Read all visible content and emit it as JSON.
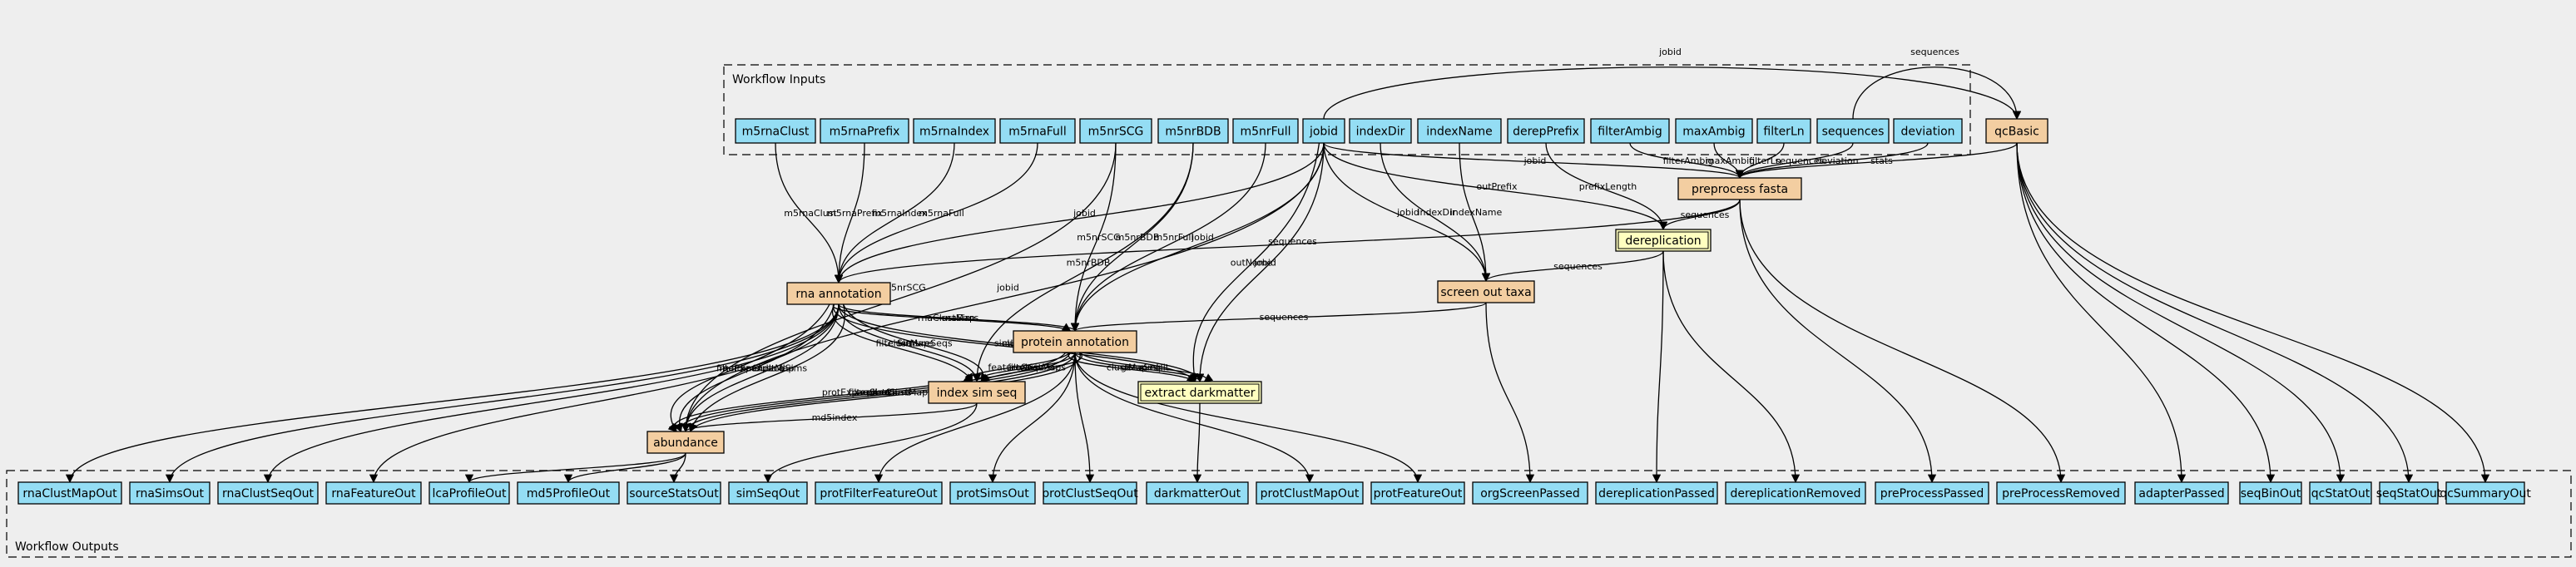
{
  "clusters": {
    "inputs_label": "Workflow Inputs",
    "outputs_label": "Workflow Outputs"
  },
  "colors": {
    "background": "#eeeeee",
    "input": "#94ddf4",
    "output": "#94ddf4",
    "step": "#f3cea1",
    "subworkflow": "#ffffc0",
    "edge": "#000000"
  },
  "inputs": [
    "m5rnaClust",
    "m5rnaPrefix",
    "m5rnaIndex",
    "m5rnaFull",
    "m5nrSCG",
    "m5nrBDB",
    "m5nrFull",
    "jobid",
    "indexDir",
    "indexName",
    "derepPrefix",
    "filterAmbig",
    "maxAmbig",
    "filterLn",
    "sequences",
    "deviation"
  ],
  "steps": [
    "qcBasic",
    "preprocess fasta",
    "dereplication",
    "rna annotation",
    "screen out taxa",
    "protein annotation",
    "index sim seq",
    "extract darkmatter",
    "abundance"
  ],
  "outputs": [
    "rnaClustMapOut",
    "rnaSimsOut",
    "rnaClustSeqOut",
    "rnaFeatureOut",
    "lcaProfileOut",
    "md5ProfileOut",
    "sourceStatsOut",
    "simSeqOut",
    "protFilterFeatureOut",
    "protSimsOut",
    "protClustSeqOut",
    "darkmatterOut",
    "protClustMapOut",
    "protFeatureOut",
    "orgScreenPassed",
    "dereplicationPassed",
    "dereplicationRemoved",
    "preProcessPassed",
    "preProcessRemoved",
    "adapterPassed",
    "seqBinOut",
    "qcStatOut",
    "seqStatOut",
    "qcSummaryOut"
  ],
  "edges": [
    {
      "from": "jobid",
      "to": "qcBasic",
      "label": "jobid"
    },
    {
      "from": "sequences",
      "to": "qcBasic",
      "label": "sequences"
    },
    {
      "from": "jobid",
      "to": "preprocess fasta",
      "label": "jobid"
    },
    {
      "from": "filterAmbig",
      "to": "preprocess fasta",
      "label": "filterAmbig"
    },
    {
      "from": "maxAmbig",
      "to": "preprocess fasta",
      "label": "maxAmbig"
    },
    {
      "from": "filterLn",
      "to": "preprocess fasta",
      "label": "filterLn"
    },
    {
      "from": "sequences",
      "to": "preprocess fasta",
      "label": "sequences"
    },
    {
      "from": "deviation",
      "to": "preprocess fasta",
      "label": "deviation"
    },
    {
      "from": "qcBasic",
      "to": "preprocess fasta",
      "label": "stats"
    },
    {
      "from": "jobid",
      "to": "dereplication",
      "label": "outPrefix"
    },
    {
      "from": "derepPrefix",
      "to": "dereplication",
      "label": "prefixLength"
    },
    {
      "from": "preprocess fasta",
      "to": "dereplication",
      "label": "sequences"
    },
    {
      "from": "m5rnaClust",
      "to": "rna annotation",
      "label": "m5rnaClust"
    },
    {
      "from": "m5rnaPrefix",
      "to": "rna annotation",
      "label": "m5rnaPrefix"
    },
    {
      "from": "m5rnaIndex",
      "to": "rna annotation",
      "label": "m5rnaIndex"
    },
    {
      "from": "m5rnaFull",
      "to": "rna annotation",
      "label": "m5rnaFull"
    },
    {
      "from": "jobid",
      "to": "rna annotation",
      "label": "jobid"
    },
    {
      "from": "preprocess fasta",
      "to": "rna annotation",
      "label": "sequences"
    },
    {
      "from": "jobid",
      "to": "screen out taxa",
      "label": "jobid"
    },
    {
      "from": "indexDir",
      "to": "screen out taxa",
      "label": "indexDir"
    },
    {
      "from": "indexName",
      "to": "screen out taxa",
      "label": "indexName"
    },
    {
      "from": "dereplication",
      "to": "screen out taxa",
      "label": "sequences"
    },
    {
      "from": "m5nrSCG",
      "to": "protein annotation",
      "label": "m5nrSCG"
    },
    {
      "from": "m5nrBDB",
      "to": "protein annotation",
      "label": "m5nrBDB"
    },
    {
      "from": "m5nrFull",
      "to": "protein annotation",
      "label": "m5nrFull"
    },
    {
      "from": "jobid",
      "to": "protein annotation",
      "label": "jobid"
    },
    {
      "from": "rna annotation",
      "to": "protein annotation",
      "label": "rnaSims"
    },
    {
      "from": "rna annotation",
      "to": "protein annotation",
      "label": "rnaClustMap"
    },
    {
      "from": "screen out taxa",
      "to": "protein annotation",
      "label": "sequences"
    },
    {
      "from": "m5nrBDB",
      "to": "index sim seq",
      "label": "m5nrBDB"
    },
    {
      "from": "rna annotation",
      "to": "index sim seq",
      "label": "clustMaps"
    },
    {
      "from": "rna annotation",
      "to": "index sim seq",
      "label": "filterSims"
    },
    {
      "from": "rna annotation",
      "to": "index sim seq",
      "label": "featureSeqs"
    },
    {
      "from": "protein annotation",
      "to": "index sim seq",
      "label": "filterSims"
    },
    {
      "from": "protein annotation",
      "to": "index sim seq",
      "label": "featureSeqs"
    },
    {
      "from": "protein annotation",
      "to": "index sim seq",
      "label": "clustMaps"
    },
    {
      "from": "jobid",
      "to": "extract darkmatter",
      "label": "jobid"
    },
    {
      "from": "jobid",
      "to": "extract darkmatter",
      "label": "outName"
    },
    {
      "from": "rna annotation",
      "to": "extract darkmatter",
      "label": "clustMap"
    },
    {
      "from": "rna annotation",
      "to": "extract darkmatter",
      "label": "simHit"
    },
    {
      "from": "protein annotation",
      "to": "extract darkmatter",
      "label": "geneSeq"
    },
    {
      "from": "protein annotation",
      "to": "extract darkmatter",
      "label": "clustMap"
    },
    {
      "from": "protein annotation",
      "to": "extract darkmatter",
      "label": "simHit"
    },
    {
      "from": "m5nrSCG",
      "to": "abundance",
      "label": "m5nrSCG"
    },
    {
      "from": "jobid",
      "to": "abundance",
      "label": "jobid"
    },
    {
      "from": "rna annotation",
      "to": "abundance",
      "label": "rnaClustMap"
    },
    {
      "from": "rna annotation",
      "to": "abundance",
      "label": "rnaExpandLca"
    },
    {
      "from": "rna annotation",
      "to": "abundance",
      "label": "expandSims"
    },
    {
      "from": "rna annotation",
      "to": "abundance",
      "label": "filterSims"
    },
    {
      "from": "protein annotation",
      "to": "abundance",
      "label": "expandSims"
    },
    {
      "from": "protein annotation",
      "to": "abundance",
      "label": "filterSims"
    },
    {
      "from": "protein annotation",
      "to": "abundance",
      "label": "protClustMap"
    },
    {
      "from": "protein annotation",
      "to": "abundance",
      "label": "protExpandLca"
    },
    {
      "from": "index sim seq",
      "to": "abundance",
      "label": "md5index"
    },
    {
      "from": "rna annotation",
      "to": "rnaClustMapOut",
      "label": ""
    },
    {
      "from": "rna annotation",
      "to": "rnaSimsOut",
      "label": ""
    },
    {
      "from": "rna annotation",
      "to": "rnaClustSeqOut",
      "label": ""
    },
    {
      "from": "rna annotation",
      "to": "rnaFeatureOut",
      "label": ""
    },
    {
      "from": "abundance",
      "to": "lcaProfileOut",
      "label": ""
    },
    {
      "from": "abundance",
      "to": "md5ProfileOut",
      "label": ""
    },
    {
      "from": "abundance",
      "to": "sourceStatsOut",
      "label": ""
    },
    {
      "from": "index sim seq",
      "to": "simSeqOut",
      "label": ""
    },
    {
      "from": "protein annotation",
      "to": "protFilterFeatureOut",
      "label": ""
    },
    {
      "from": "protein annotation",
      "to": "protSimsOut",
      "label": ""
    },
    {
      "from": "protein annotation",
      "to": "protClustSeqOut",
      "label": ""
    },
    {
      "from": "extract darkmatter",
      "to": "darkmatterOut",
      "label": ""
    },
    {
      "from": "protein annotation",
      "to": "protClustMapOut",
      "label": ""
    },
    {
      "from": "protein annotation",
      "to": "protFeatureOut",
      "label": ""
    },
    {
      "from": "screen out taxa",
      "to": "orgScreenPassed",
      "label": ""
    },
    {
      "from": "dereplication",
      "to": "dereplicationPassed",
      "label": ""
    },
    {
      "from": "dereplication",
      "to": "dereplicationRemoved",
      "label": ""
    },
    {
      "from": "preprocess fasta",
      "to": "preProcessPassed",
      "label": ""
    },
    {
      "from": "preprocess fasta",
      "to": "preProcessRemoved",
      "label": ""
    },
    {
      "from": "qcBasic",
      "to": "adapterPassed",
      "label": ""
    },
    {
      "from": "qcBasic",
      "to": "seqBinOut",
      "label": ""
    },
    {
      "from": "qcBasic",
      "to": "qcStatOut",
      "label": ""
    },
    {
      "from": "qcBasic",
      "to": "seqStatOut",
      "label": ""
    },
    {
      "from": "qcBasic",
      "to": "qcSummaryOut",
      "label": ""
    }
  ]
}
